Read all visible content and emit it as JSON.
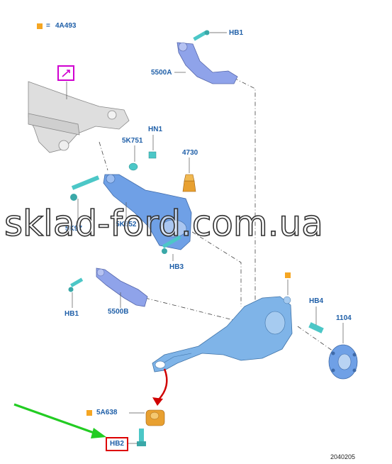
{
  "legend": {
    "equals": "=",
    "code": "4A493",
    "marker_color": "#f5a623"
  },
  "labels": {
    "hb1_top": "HB1",
    "part_5500a": "5500A",
    "hn1": "HN1",
    "part_5k751": "5K751",
    "part_4730": "4730",
    "part_5k97x": "5K97",
    "part_5k652": "5K652",
    "hb3": "HB3",
    "hb1_bottom": "HB1",
    "part_5500b": "5500B",
    "hb4": "HB4",
    "part_1104": "1104",
    "part_5a638": "5A638",
    "hb2": "HB2"
  },
  "watermark": "sklad-ford.com.ua",
  "diagram_number": "2040205",
  "colors": {
    "part_blue": "#5b8fd8",
    "bolt_cyan": "#3fbfbf",
    "bushing_orange": "#e8a030",
    "frame_gray": "#d6d6d6",
    "arrow_red": "#d00000",
    "arrow_green": "#22cc22",
    "callout_magenta": "#d000d0"
  }
}
